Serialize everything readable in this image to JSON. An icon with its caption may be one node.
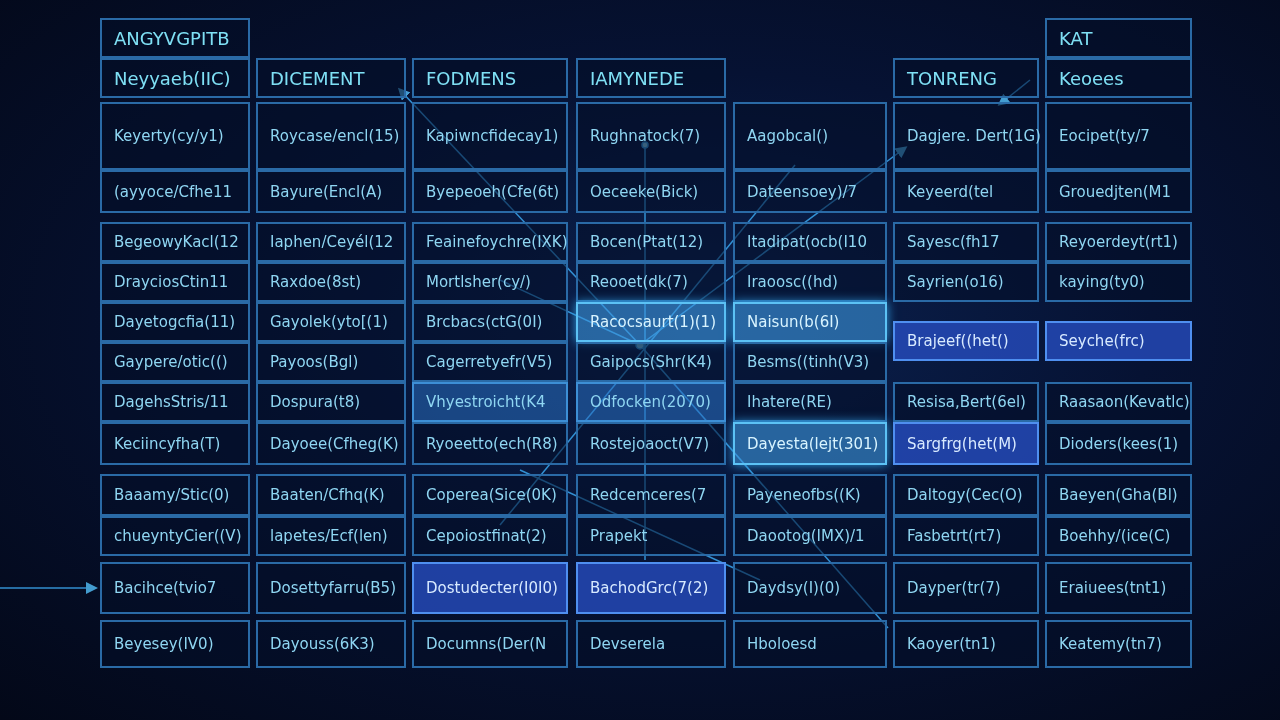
{
  "diagram": {
    "labels": [
      "ANGYVGPITB",
      "KAT",
      "Neyyaeb(IIC)",
      "DICEMENT",
      "FODMENS",
      "IAMYNEDE",
      "TONRENG",
      "Keoees",
      "Keyerty(cy/y1)",
      "Roycase/encl(15)",
      "Kapiwncfidecay1)",
      "Rughnatock(7)",
      "Aagobcal()",
      "Dagjere. Dert(1G)",
      "Eocipet(ty/7",
      "(ayyoce/Cfhe11",
      "Bayure(Encl(A)",
      "Byepeoeh(Cfe(6t)",
      "Oeceeke(Bick)",
      "Dateensoey)/7",
      "Keyeerd(tel",
      "Grouedjten(M1",
      "BegeowyKacl(12",
      "Iaphen/Ceyél(12",
      "Feainefoychre(IXK)",
      "Bocen(Ptat(12)",
      "Itadipat(ocb(I10",
      "Sayesc(fh17",
      "Reyoerdeyt(rt1)",
      "DrayciosCtin11",
      "Raxdoe(8st)",
      "Mortlsher(cy/)",
      "Reooet(dk(7)",
      "Iraoosc((hd)",
      "Sayrien(o16)",
      "kaying(ty0)",
      "Dayetogcfia(11)",
      "Gayolek(yto[(1)",
      "Brcbacs(ctG(0I)",
      "Racocsaurt(1)(1)",
      "Naisun(b(6I)",
      "Brajeef((het()",
      "Seyche(frc)",
      "Gaypere/otic(()",
      "Payoos(Bgl)",
      "Cagerretyefr(V5)",
      "Gaipocs(Shr(K4)",
      "Besms((tinh(V3)",
      "DagehsStris/11",
      "Dospura(t8)",
      "Vhyestroicht(K4",
      "Odfocken(2070)",
      "Ihatere(RE)",
      "Resisa,Bert(6el)",
      "Raasaon(Kevatlc)",
      "Keciincyfha(T)",
      "Dayoee(Cfheg(K)",
      "Ryoeetto(ech(R8)",
      "Rostejoaoct(V7)",
      "Dayesta(lejt(301)",
      "Sargfrg(het(M)",
      "Dioders(kees(1)",
      "Baaamy/Stic(0)",
      "Baaten/Cfhq(K)",
      "Coperea(Sice(0K)",
      "Redcemceres(7",
      "Payeneofbs((K)",
      "Daltogy(Cec(O)",
      "Baeyen(Gha(Bl)",
      "chueyntyCier((V)",
      "lapetes/Ecf(len)",
      "Cepoiostfinat(2)",
      "Prapekt",
      "Daootog(IMX)/1",
      "Fasbetrt(rt7)",
      "Boehhy/(ice(C)",
      "Bacihce(tvio7",
      "Dosettyfarru(B5)",
      "Dostudecter(I0I0)",
      "BachodGrc(7(2)",
      "Daydsy(I)(0)",
      "Dayper(tr(7)",
      "Eraiuees(tnt1)",
      "Beyesey(IV0)",
      "Dayouss(6K3)",
      "Documns(Der(N",
      "Devserela",
      "Hboloesd",
      "Kaoyer(tn1)",
      "Keatemy(tn7)"
    ]
  }
}
